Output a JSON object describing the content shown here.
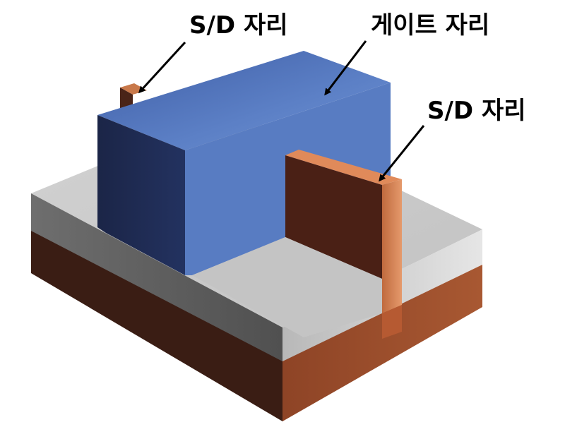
{
  "labels": {
    "sd_top_left": "S/D 자리",
    "gate": "게이트 자리",
    "sd_right": "S/D 자리"
  },
  "colors": {
    "gate_blue": "#4a6fb5",
    "source_drain_copper": "#b2643c",
    "oxide_gray": "#a0a0a0",
    "substrate_brown": "#7a3a22",
    "arrow": "#000000"
  }
}
